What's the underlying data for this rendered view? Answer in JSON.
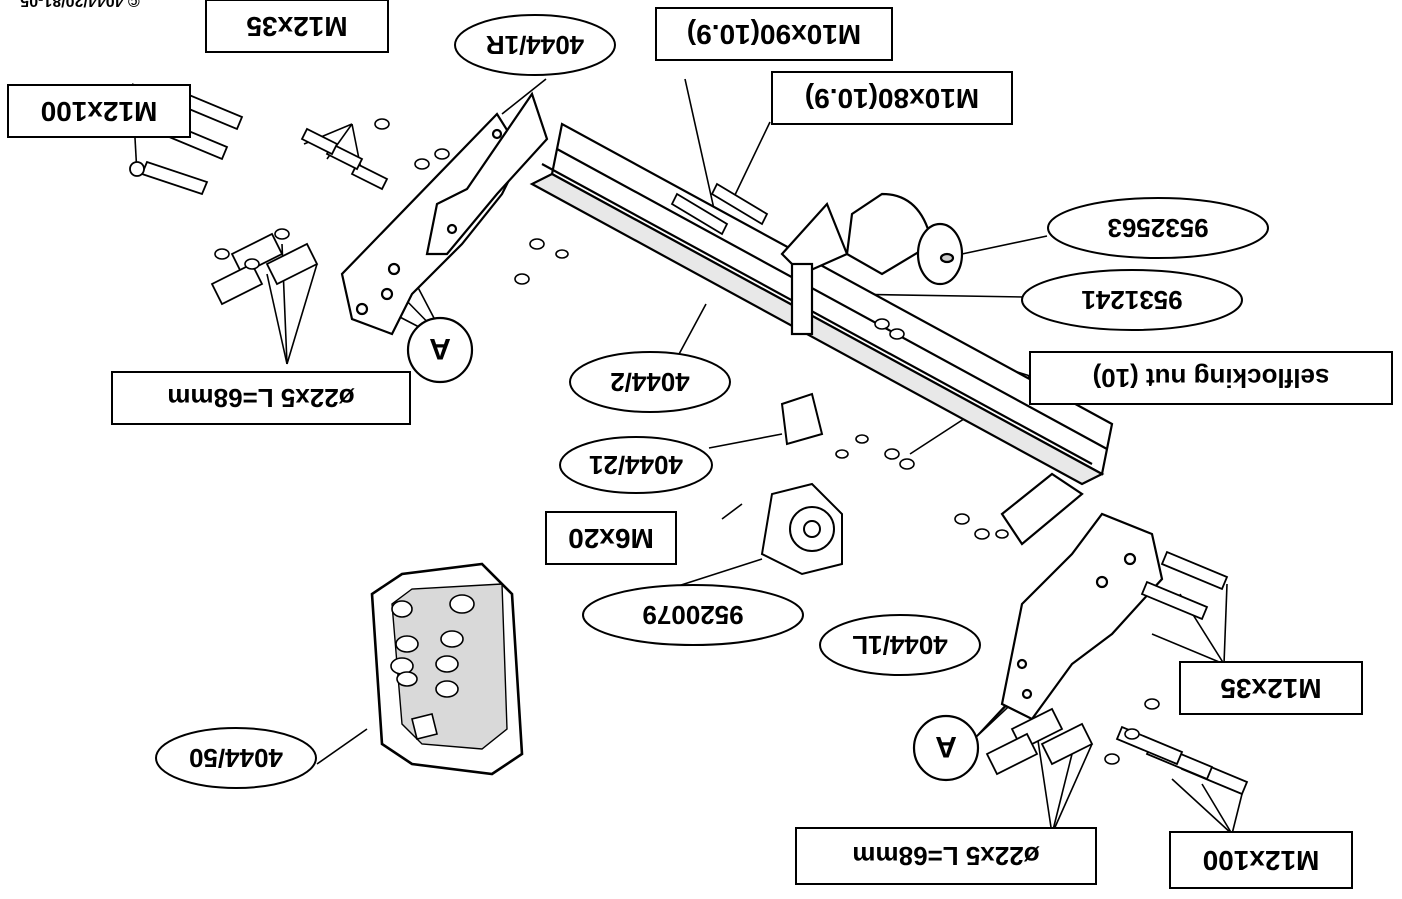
{
  "copyright": "© 4044/20/81-05",
  "labels": {
    "m12x35_top": "M12x35",
    "m12x35_right": "M12x35",
    "p4044_1r": "4044/1R",
    "m10x90": "M10x90(10.9)",
    "m10x80": "M10x80(10.9)",
    "m12x100_left": "M12x100",
    "m12x100_bottom": "M12x100",
    "p9532563": "9532563",
    "p9531241": "9531241",
    "selflocking": "selflocking nut (10)",
    "p4044_2": "4044/2",
    "p4044_21": "4044/21",
    "m6x20": "M6x20",
    "p9520079": "9520079",
    "p4044_1l": "4044/1L",
    "d22_left": "ø22x5 L=68mm",
    "d22_bottom": "ø22x5 L=68mm",
    "a_top": "A",
    "a_bottom": "A",
    "p4044_50": "4044/50"
  }
}
